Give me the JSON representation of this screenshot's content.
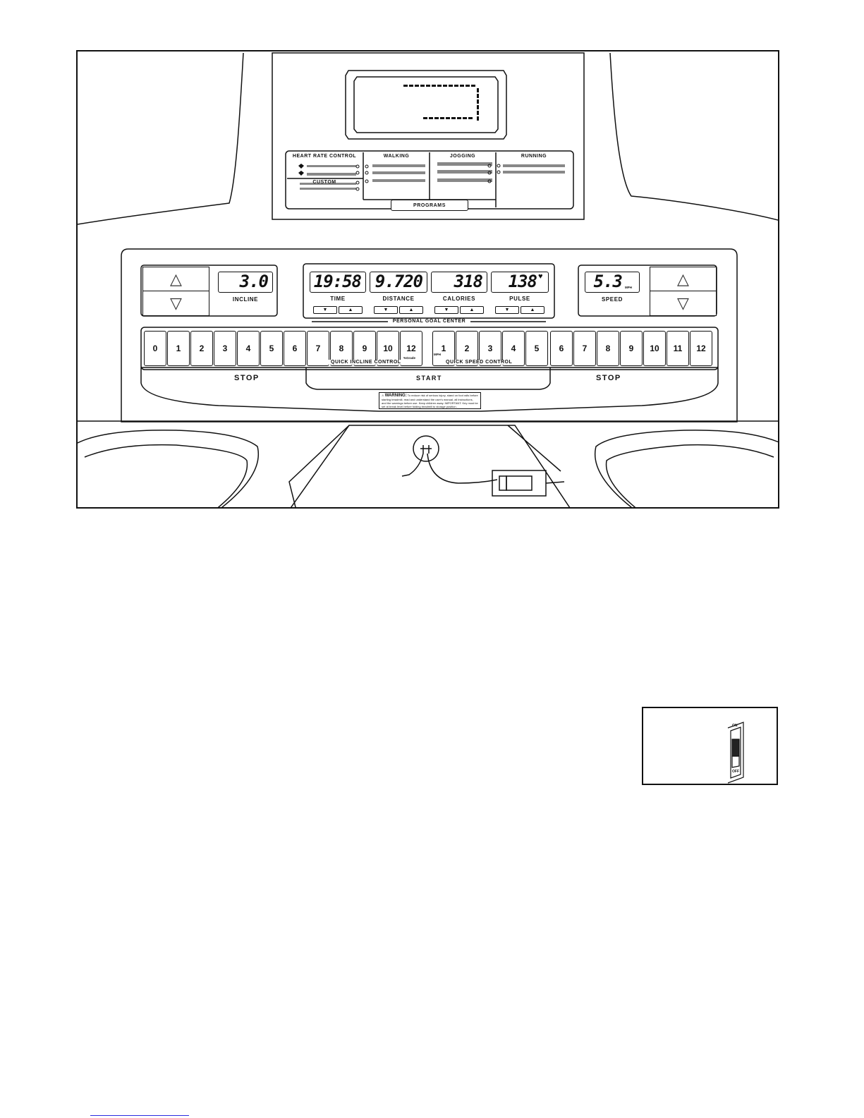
{
  "programs": {
    "heart_rate_control": "HEART RATE CONTROL",
    "custom": "CUSTOM",
    "walking": "WALKING",
    "jogging": "JOGGING",
    "running": "RUNNING",
    "programs_button": "PROGRAMS"
  },
  "console": {
    "incline": {
      "value": "3.0",
      "label": "INCLINE"
    },
    "time": {
      "value": "19:58",
      "label": "TIME"
    },
    "distance": {
      "value": "9.720",
      "label": "DISTANCE"
    },
    "calories": {
      "value": "318",
      "label": "CALORIES"
    },
    "pulse": {
      "value": "138",
      "label": "PULSE"
    },
    "speed": {
      "value": "5.3",
      "unit": "MPH",
      "label": "SPEED"
    },
    "personal_goal_center": "PERSONAL GOAL CENTER"
  },
  "quick_incline_keys": [
    "0",
    "1",
    "2",
    "3",
    "4",
    "5",
    "6",
    "7",
    "8",
    "9",
    "10",
    "12"
  ],
  "quick_incline_grade_unit": "%Grade",
  "quick_incline_label": "QUICK INCLINE CONTROL",
  "quick_speed_keys": [
    "1",
    "2",
    "3",
    "4",
    "5",
    "6",
    "7",
    "8",
    "9",
    "10",
    "11",
    "12"
  ],
  "quick_speed_unit": "MPH",
  "quick_speed_label": "QUICK SPEED CONTROL",
  "stop_label": "STOP",
  "start_label": "START",
  "warning": {
    "title": "WARNING:",
    "text": "To reduce risk of serious injury, stand on foot rails before starting treadmill, read and understand the user's manual, all instructions, and the warnings before use. Keep children away. IMPORTANT: Key must be set at break level before folding treadmill to storage position."
  },
  "power_switch": {
    "on_label": "ON",
    "off_label": "OFF"
  },
  "colors": {
    "line": "#111111",
    "background": "#ffffff",
    "footer_link": "#2a2ae0"
  }
}
